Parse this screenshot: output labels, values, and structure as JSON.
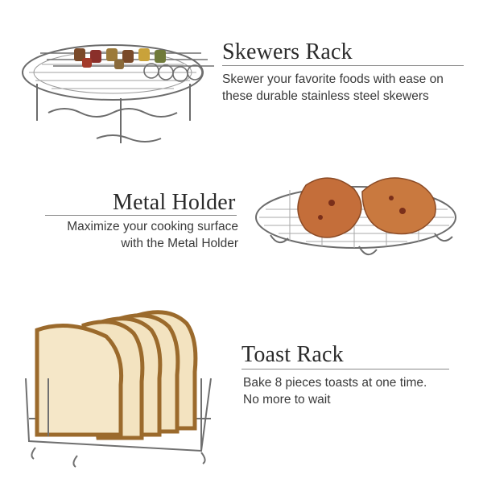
{
  "sections": [
    {
      "title": "Skewers Rack",
      "lines": [
        "Skewer your favorite foods with ease on",
        "these durable stainless steel skewers"
      ],
      "image": "skewers-rack-photo"
    },
    {
      "title": "Metal Holder",
      "lines": [
        "Maximize your cooking surface",
        "with the Metal Holder"
      ],
      "image": "metal-holder-photo"
    },
    {
      "title": "Toast Rack",
      "lines": [
        "Bake 8 pieces toasts at one time.",
        "No more to wait"
      ],
      "image": "toast-rack-photo"
    }
  ],
  "colors": {
    "text": "#2f2f2f",
    "rule": "#8a8a8a",
    "metal": "#6c6c6c",
    "bread_crust": "#9b6a2c",
    "bread_crumb": "#f3e3c0",
    "chicken": "#c46e3a"
  }
}
